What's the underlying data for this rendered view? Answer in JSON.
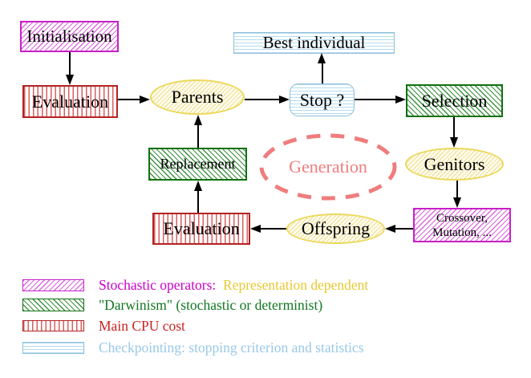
{
  "nodes": {
    "initialisation": {
      "label": "Initialisation"
    },
    "evaluation_top": {
      "label": "Evaluation"
    },
    "parents": {
      "label": "Parents"
    },
    "best_individual": {
      "label": "Best individual"
    },
    "stop": {
      "label": "Stop ?"
    },
    "selection": {
      "label": "Selection"
    },
    "replacement": {
      "label": "Replacement"
    },
    "generation": {
      "label": "Generation"
    },
    "genitors": {
      "label": "Genitors"
    },
    "evaluation_bottom": {
      "label": "Evaluation"
    },
    "offspring": {
      "label": "Offspring"
    },
    "crossover": {
      "line1": "Crossover,",
      "line2": "Mutation, ..."
    }
  },
  "legend": {
    "items": [
      {
        "swatch": "magenta-diagonal-hatch",
        "label": "Stochastic operators:",
        "label2": "Representation dependent"
      },
      {
        "swatch": "green-diagonal-hatch",
        "label": "\"Darwinism\" (stochastic or determinist)"
      },
      {
        "swatch": "red-vertical-stripes",
        "label": "Main CPU cost"
      },
      {
        "swatch": "blue-horizontal-stripes",
        "label": "Checkpointing: stopping criterion and statistics"
      }
    ]
  },
  "colors": {
    "magenta": "#c820c8",
    "green": "#107010",
    "red": "#b42222",
    "light_blue": "#8fc0da",
    "yellow": "#ecd85c",
    "salmon": "#ef7d7d",
    "legend_yellow_text": "#e8c832",
    "arrow_black": "#000000"
  }
}
